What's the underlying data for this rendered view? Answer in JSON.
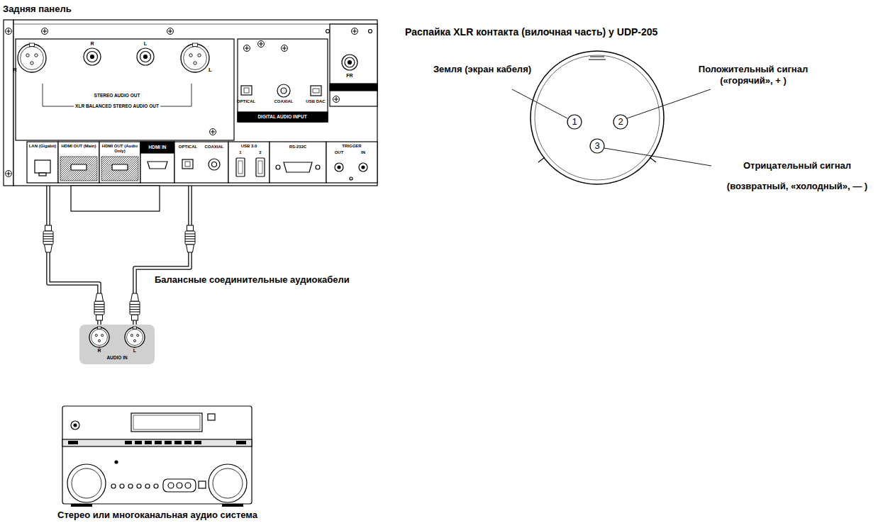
{
  "diagram": {
    "nodes": [
      {
        "text": [
          "R"
        ]
      },
      {
        "text": [
          "L"
        ]
      },
      {
        "text": [
          "AUDIO IN"
        ]
      },
      {
        "text": [
          "R"
        ],
        "in": 2
      },
      {
        "text": [
          "L"
        ],
        "in": 2
      }
    ],
    "edges": [
      {
        "from": 0,
        "to": 3,
        "arrow": "none"
      },
      {
        "from": 1,
        "to": 4,
        "arrow": "none"
      }
    ],
    "labels": [
      "Задняя панель",
      "R",
      "L",
      "STEREO AUDIO OUT",
      "XLR BALANCED STEREO AUDIO OUT",
      "OPTICAL",
      "COAXIAL",
      "USB DAC",
      "DIGITAL AUDIO INPUT",
      "FR",
      "LAN (Gigabit)",
      "HDMI OUT (Main)",
      "HDMI OUT (Audio Only)",
      "HDMI IN",
      "OPTICAL",
      "COAXIAL",
      "USB 3.0",
      "1",
      "2",
      "RS-232C",
      "TRIGGER",
      "OUT",
      "IN",
      "Балансные соединительные аудиокабели",
      "Стерео или многоканальная аудио система",
      "Распайка XLR контакта (вилочная часть) у UDP-205",
      "Земля (экран кабеля)",
      "Положительный сигнал («горячий», + )",
      "Отрицательный сигнал (возвратный, «холодный», — )",
      "1",
      "2",
      "3"
    ]
  }
}
